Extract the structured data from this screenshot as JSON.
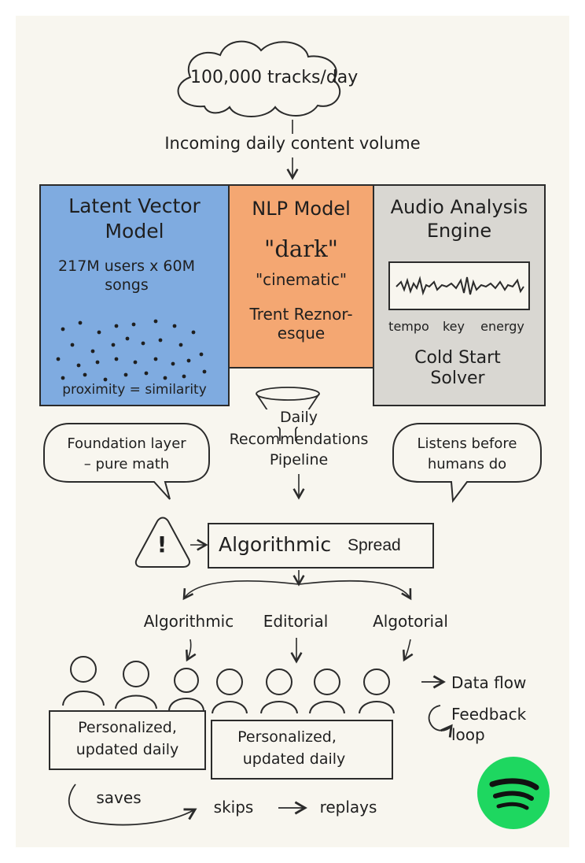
{
  "source": {
    "label": "100,000 tracks/day",
    "caption": "Incoming daily content volume"
  },
  "panels": {
    "latent": {
      "title_line1": "Latent Vector",
      "title_line2": "Model",
      "stat_line1": "217M users x 60M",
      "stat_line2": "songs",
      "footer": "proximity = similarity",
      "color": "#7fabe0"
    },
    "nlp": {
      "title": "NLP Model",
      "term1": "\"dark\"",
      "term2": "\"cinematic\"",
      "term3_line1": "Trent Reznor-",
      "term3_line2": "esque",
      "color": "#f4a772"
    },
    "audio": {
      "title_line1": "Audio Analysis",
      "title_line2": "Engine",
      "features": [
        "tempo",
        "key",
        "energy"
      ],
      "sub_line1": "Cold Start",
      "sub_line2": "Solver",
      "color": "#d9d7d2"
    }
  },
  "pipeline": {
    "line1": "Daily",
    "line2": "Recommendations",
    "line3": "Pipeline"
  },
  "bubbles": {
    "left_line1": "Foundation layer",
    "left_line2": "– pure math",
    "right_line1": "Listens before",
    "right_line2": "humans do"
  },
  "spread": {
    "label_main": "Algorithmic",
    "label_suffix": "Spread",
    "warning_icon": "warning-triangle-icon"
  },
  "branches": [
    "Algorithmic",
    "Editorial",
    "Algotorial"
  ],
  "result_boxes": {
    "left_line1": "Personalized,",
    "left_line2": "updated daily",
    "right_line1": "Personalized,",
    "right_line2": "updated daily"
  },
  "legend": {
    "data_flow": "Data flow",
    "feedback_line1": "Feedback",
    "feedback_line2": "loop"
  },
  "feedback": {
    "saves": "saves",
    "skips": "skips",
    "replays": "replays"
  },
  "colors": {
    "ink": "#2b2b2b",
    "background": "#f8f6ef",
    "spotify_green": "#1ed760"
  }
}
